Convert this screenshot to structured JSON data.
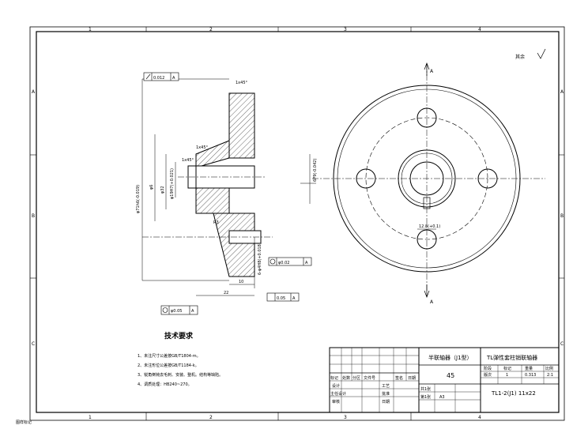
{
  "frame": {
    "columns": [
      "1",
      "2",
      "3",
      "4"
    ],
    "rows": [
      "A",
      "B",
      "C"
    ],
    "corner_mark": "图样标记"
  },
  "roughness_note": "其余",
  "section_view": {
    "runout_tolerance": "0.012",
    "datum_a": "A",
    "chamfer_top": "1x45°",
    "chamfer_mid": "1x45°",
    "chamfer_inner": "1x45°",
    "dia_outer": "φ71h6(-0.019)",
    "dia_inner": "φ32",
    "dia_bore": "φ19H7(+0.021)",
    "dia_hub": "φ6",
    "r_fillet": "R3",
    "dim_22": "22",
    "dim_10": "10",
    "hole_note": "6-φ4H8(+0.018)",
    "position_tolerance_1": "φ0.02",
    "flatness_tolerance": "0.05",
    "concentricity_tolerance": "φ0.05"
  },
  "end_view": {
    "keyway_width": "6P9(-0.042)",
    "keyway_depth": "12.8(+0.1)",
    "section_marker": "A"
  },
  "notes": {
    "title": "技术要求",
    "items": [
      "1、未注尺寸公差按GB/T1804-m。",
      "2、未注形位公差按GB/T1184-k。",
      "3、锐角倒钝去毛刺、安装、整机。结构等缺陷。",
      "4、调质处理：HB240~270。"
    ]
  },
  "title_block": {
    "part_name": "半联轴器（J1型）",
    "assembly_name": "TL弹性套柱销联轴器",
    "material": "45",
    "drawing_code": "TL1-2(J1)  11x22",
    "labels": {
      "mark": "标记",
      "count": "处数",
      "zone": "分区",
      "doc_no": "文件号",
      "sign": "签名",
      "date": "日期",
      "design": "设计",
      "chief": "主任设计",
      "check": "审核",
      "process": "工艺",
      "approve": "批准",
      "approve_date": "日期",
      "stage": "阶段",
      "mark_col": "标记",
      "weight": "重量",
      "scale": "比例",
      "sheets": "共1张",
      "sheet_no": "第1张",
      "paper": "A3",
      "version": "版次"
    },
    "weight_value": "0.313",
    "scale_value": "2:1",
    "version_value": "1"
  }
}
